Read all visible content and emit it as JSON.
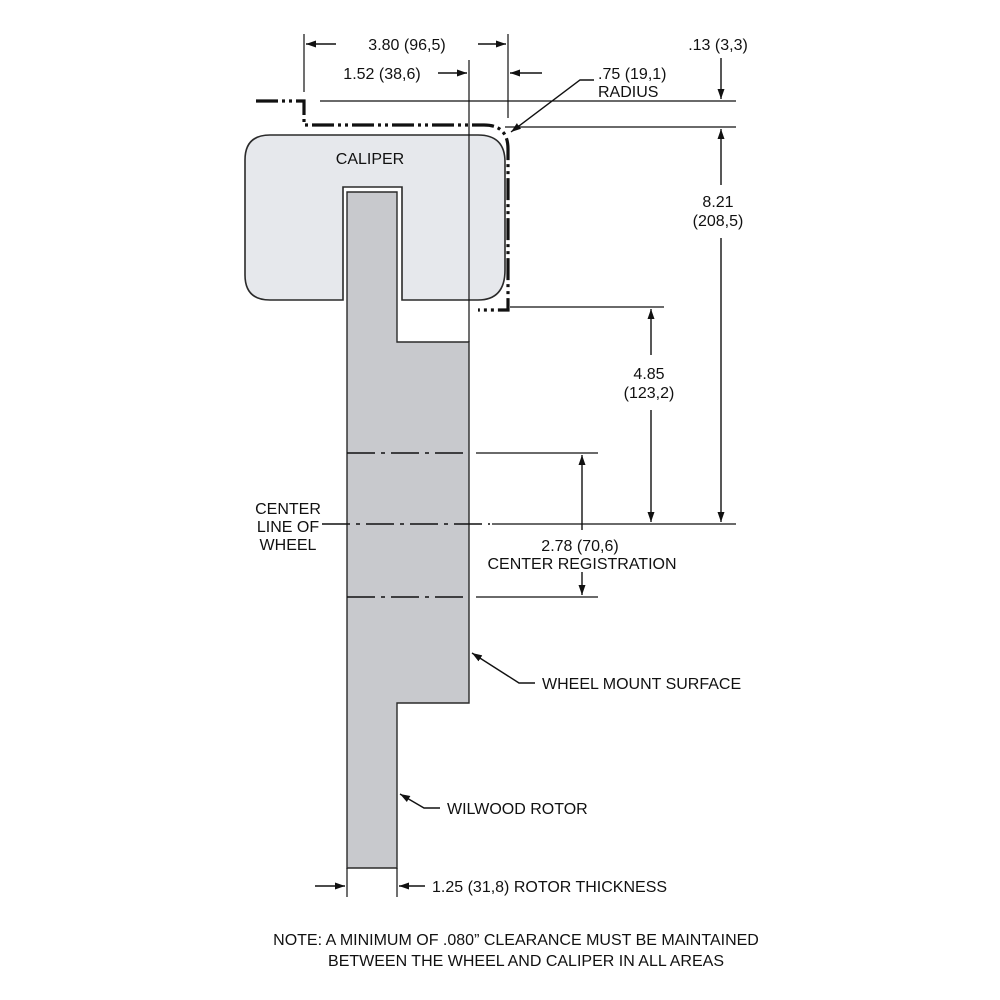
{
  "colors": {
    "caliper_fill": "#e6e8ec",
    "rotor_fill": "#c8c9cd",
    "line": "#111111"
  },
  "labels": {
    "dim_overall_width": "3.80 (96,5)",
    "dim_inner_width": "1.52 (38,6)",
    "dim_clearance_top": ".13 (3,3)",
    "dim_radius_value": ".75 (19,1)",
    "dim_radius_word": "RADIUS",
    "caliper": "CALIPER",
    "dim_height_value": "8.21",
    "dim_height_metric": "(208,5)",
    "dim_caliper_to_center_value": "4.85",
    "dim_caliper_to_center_metric": "(123,2)",
    "centerline_1": "CENTER",
    "centerline_2": "LINE OF",
    "centerline_3": "WHEEL",
    "dim_registration_value": "2.78 (70,6)",
    "dim_registration_word": "CENTER REGISTRATION",
    "wheel_mount_surface": "WHEEL MOUNT SURFACE",
    "wilwood_rotor": "WILWOOD ROTOR",
    "rotor_thickness": "1.25 (31,8) ROTOR THICKNESS",
    "note_line_1": "NOTE: A MINIMUM OF .080” CLEARANCE MUST BE MAINTAINED",
    "note_line_2": "BETWEEN THE WHEEL AND CALIPER IN ALL AREAS"
  }
}
